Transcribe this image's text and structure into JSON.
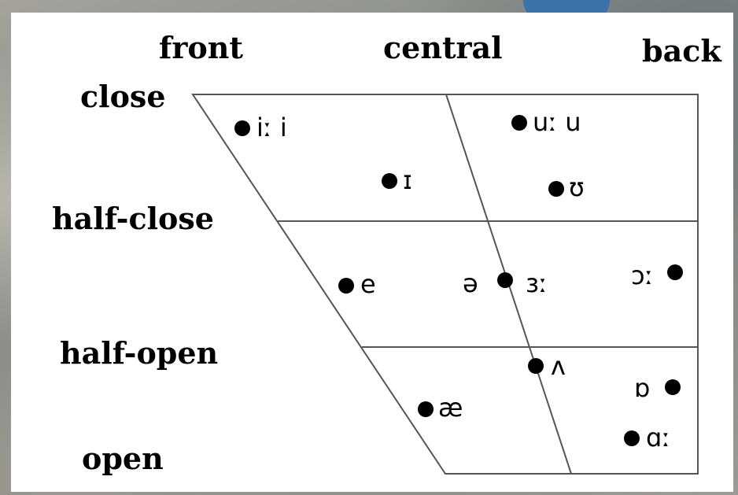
{
  "columns": {
    "front": "front",
    "central": "central",
    "back": "back"
  },
  "rows": {
    "close": "close",
    "half_close": "half-close",
    "half_open": "half-open",
    "open": "open"
  },
  "vowels": [
    {
      "id": "i-long-i",
      "symbol": "iː i"
    },
    {
      "id": "small-cap-i",
      "symbol": "ɪ"
    },
    {
      "id": "u-long-u",
      "symbol": "uː u"
    },
    {
      "id": "upsilon",
      "symbol": "ʊ"
    },
    {
      "id": "e",
      "symbol": "e"
    },
    {
      "id": "schwa",
      "symbol": "ə"
    },
    {
      "id": "reversed-epsilon-long",
      "symbol": "ɜː"
    },
    {
      "id": "open-o-long",
      "symbol": "ɔː"
    },
    {
      "id": "wedge",
      "symbol": "ʌ"
    },
    {
      "id": "turned-script-a",
      "symbol": "ɒ"
    },
    {
      "id": "ash",
      "symbol": "æ"
    },
    {
      "id": "script-a-long",
      "symbol": "ɑː"
    }
  ]
}
